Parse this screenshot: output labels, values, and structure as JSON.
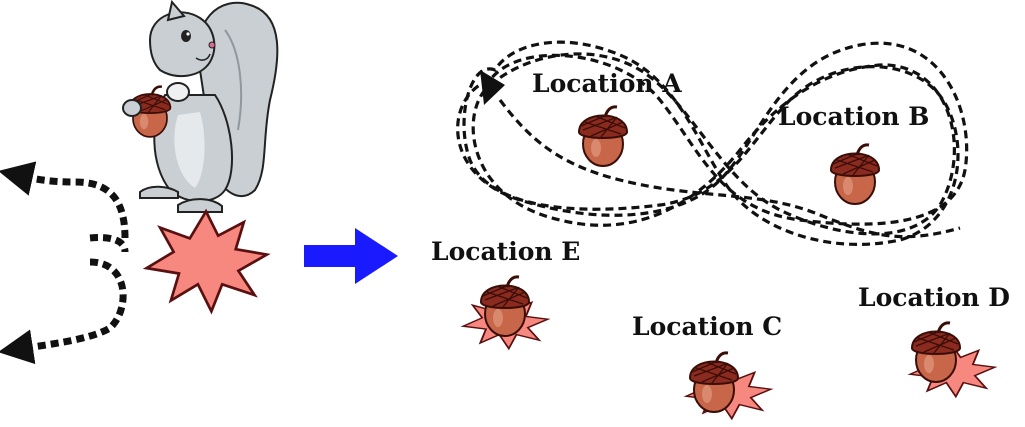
{
  "scene": {
    "locations": [
      {
        "id": "A",
        "label": "Location A",
        "visited": true
      },
      {
        "id": "B",
        "label": "Location B",
        "visited": true
      },
      {
        "id": "C",
        "label": "Location C",
        "visited": false
      },
      {
        "id": "D",
        "label": "Location D",
        "visited": false
      },
      {
        "id": "E",
        "label": "Location E",
        "visited": false
      }
    ]
  },
  "colors": {
    "background": "#ffffff",
    "arrow_blue": "#1a1aff",
    "burst_fill": "#f7887f",
    "acorn_cap": "#8b2a1f",
    "acorn_nut": "#c8664a",
    "squirrel_fur": "#c9cfd3",
    "dashed_path": "#111111"
  },
  "icons": {
    "squirrel": "squirrel-illustration",
    "acorn": "acorn-icon",
    "burst": "starburst-icon",
    "arrow": "right-arrow-icon"
  }
}
